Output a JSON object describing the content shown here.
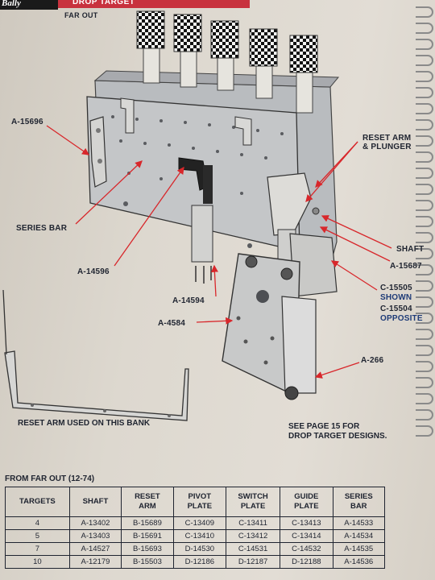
{
  "header": {
    "brand": "Bally",
    "section_title": "DROP TARGET",
    "subtitle": "FAR OUT"
  },
  "colors": {
    "header_red": "#c8323e",
    "leader_red": "#d8272b",
    "label_blue": "#1f3c78"
  },
  "labels": {
    "a15696": "A-15696",
    "series_bar": "SERIES BAR",
    "a14596": "A-14596",
    "a14594": "A-14594",
    "a4584": "A-4584",
    "reset_arm_plunger_1": "RESET ARM",
    "reset_arm_plunger_2": "& PLUNGER",
    "shaft": "SHAFT",
    "a15687": "A-15687",
    "c15505": "C-15505",
    "shown": "SHOWN",
    "c15504": "C-15504",
    "opposite": "OPPOSITE",
    "a266": "A-266",
    "reset_arm_note": "RESET ARM USED ON THIS BANK",
    "see_page_1": "SEE PAGE 15 FOR",
    "see_page_2": "DROP TARGET DESIGNS."
  },
  "table": {
    "title": "FROM FAR OUT (12-74)",
    "headers": [
      [
        "TARGETS"
      ],
      [
        "SHAFT"
      ],
      [
        "RESET",
        "ARM"
      ],
      [
        "PIVOT",
        "PLATE"
      ],
      [
        "SWITCH",
        "PLATE"
      ],
      [
        "GUIDE",
        "PLATE"
      ],
      [
        "SERIES",
        "BAR"
      ]
    ],
    "rows": [
      [
        "4",
        "A-13402",
        "B-15689",
        "C-13409",
        "C-13411",
        "C-13413",
        "A-14533"
      ],
      [
        "5",
        "A-13403",
        "B-15691",
        "C-13410",
        "C-13412",
        "C-13414",
        "A-14534"
      ],
      [
        "7",
        "A-14527",
        "B-15693",
        "D-14530",
        "C-14531",
        "C-14532",
        "A-14535"
      ],
      [
        "10",
        "A-12179",
        "B-15503",
        "D-12186",
        "D-12187",
        "D-12188",
        "A-14536"
      ]
    ]
  }
}
